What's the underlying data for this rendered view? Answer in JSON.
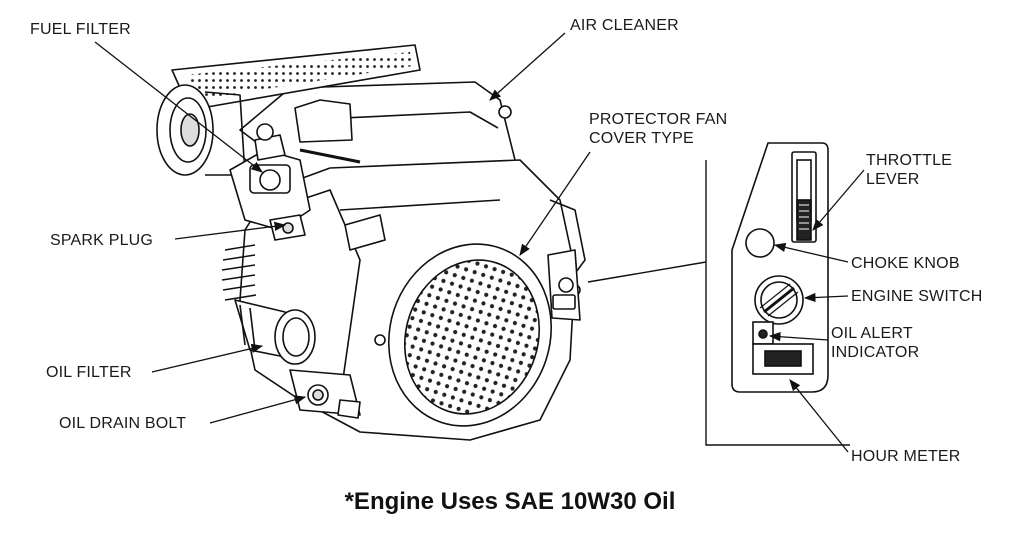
{
  "labels": {
    "fuel_filter": "FUEL FILTER",
    "air_cleaner": "AIR CLEANER",
    "protector_fan_line1": "PROTECTOR FAN",
    "protector_fan_line2": "COVER TYPE",
    "spark_plug": "SPARK PLUG",
    "oil_filter": "OIL FILTER",
    "oil_drain_bolt": "OIL DRAIN BOLT",
    "throttle_line1": "THROTTLE",
    "throttle_line2": "LEVER",
    "choke_knob": "CHOKE KNOB",
    "engine_switch": "ENGINE SWITCH",
    "oil_alert_line1": "OIL ALERT",
    "oil_alert_line2": "INDICATOR",
    "hour_meter": "HOUR METER"
  },
  "caption": "*Engine Uses SAE 10W30 Oil"
}
